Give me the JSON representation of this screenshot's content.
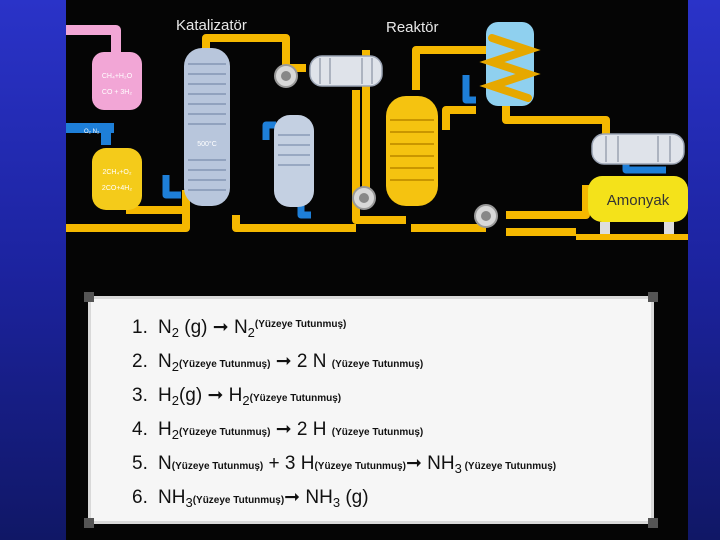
{
  "diagram": {
    "labels": {
      "catalyst": "Katalizatör",
      "reactor": "Reaktör",
      "ammonia": "Amonyak",
      "temp": "500°C",
      "pink_line1": "CH₄+H₂O",
      "pink_line2": "CO + 3H₂",
      "yellow_line1": "2CH₄+O₂",
      "yellow_line2": "2CO+4H₂",
      "n2_feed": "O₂ N₂"
    },
    "colors": {
      "pipe_yellow": "#f5b800",
      "pipe_blue": "#1e7fd8",
      "pipe_pink": "#f2a6d6",
      "vessel_gray": "#b8c6dc",
      "tank_yellow": "#f4e21a"
    }
  },
  "steps": [
    {
      "num": "1.",
      "a": "N",
      "a_sub": "2",
      "b": " (g)  ➞  N",
      "b_sub": "2",
      "tag": "(Yüzeye Tutunmuş)"
    },
    {
      "num": "2.",
      "a": "N",
      "a_sub": "2",
      "tag1": "(Yüzeye Tutunmuş)",
      "mid": " ➞ 2 N ",
      "tag2": "(Yüzeye Tutunmuş)"
    },
    {
      "num": "3.",
      "a": "H",
      "a_sub": "2",
      "b": "(g)  ➞  H",
      "b_sub": "2",
      "tag": "(Yüzeye Tutunmuş)"
    },
    {
      "num": "4.",
      "a": "H",
      "a_sub": "2",
      "tag1": "(Yüzeye Tutunmuş)",
      "mid": " ➞ 2 H  ",
      "tag2": "(Yüzeye Tutunmuş)"
    },
    {
      "num": "5.",
      "a": "N",
      "tag1": "(Yüzeye Tutunmuş)",
      "mid1": " + 3 H",
      "tag2": "(Yüzeye Tutunmuş)",
      "mid2": "➞ NH",
      "mid2_sub": "3",
      "tag3": " (Yüzeye Tutunmuş)"
    },
    {
      "num": "6.",
      "a": "NH",
      "a_sub": "3",
      "tag1": "(Yüzeye Tutunmuş)",
      "mid": "➞ NH",
      "mid_sub": "3",
      "end": " (g)"
    }
  ]
}
